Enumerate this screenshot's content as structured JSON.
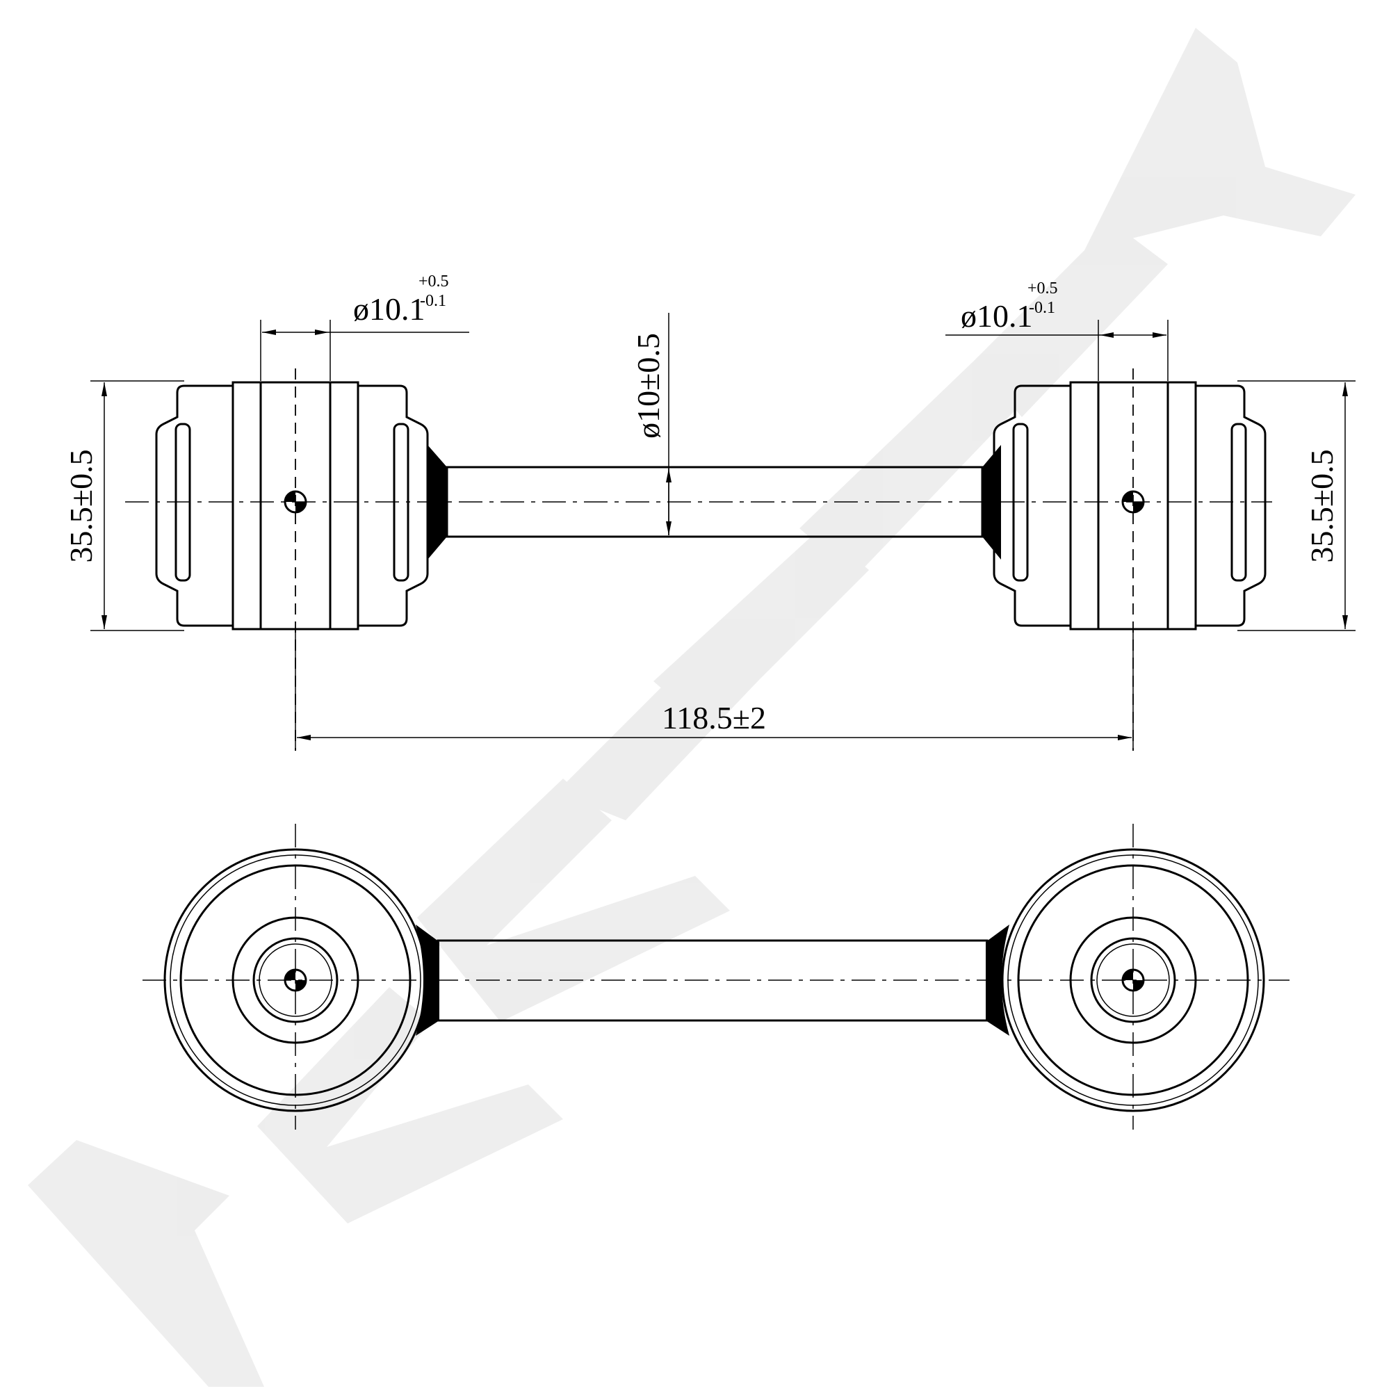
{
  "watermark": {
    "brand": "ZENIVEK"
  },
  "dimensions": {
    "left_bore": {
      "main": "ø10.1",
      "upper": "+0.5",
      "lower": "-0.1"
    },
    "right_bore": {
      "main": "ø10.1",
      "upper": "+0.5",
      "lower": "-0.1"
    },
    "rod_diameter": "ø10±0.5",
    "left_height": "35.5±0.5",
    "right_height": "35.5±0.5",
    "center_distance": "118.5±2"
  }
}
